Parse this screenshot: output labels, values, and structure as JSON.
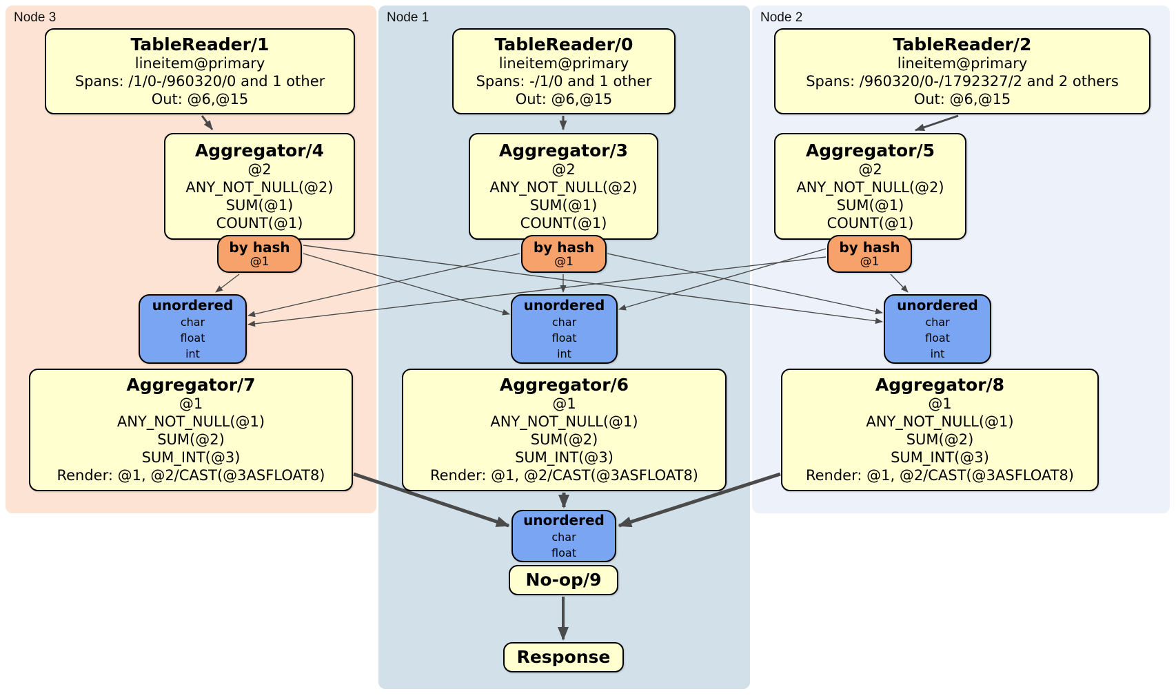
{
  "colors": {
    "node3_background": "#fce3d4",
    "node1_background": "#d2e1e9",
    "node2_background": "#ecf1fa",
    "processor_fill": "#ffffcf",
    "router_fill": "#f7a26b",
    "sync_fill": "#7aa5f2",
    "edge_color": "#4a4a4a"
  },
  "nodes": [
    {
      "label": "Node 3",
      "table_reader": {
        "title": "TableReader/1",
        "lines": [
          "lineitem@primary",
          "Spans: /1/0-/960320/0 and 1 other",
          "Out: @6,@15"
        ]
      },
      "aggregator": {
        "title": "Aggregator/4",
        "lines": [
          "@2",
          "ANY_NOT_NULL(@2)",
          "SUM(@1)",
          "COUNT(@1)"
        ]
      },
      "router": {
        "title": "by hash",
        "detail": "@1"
      },
      "sync": {
        "title": "unordered",
        "streams": [
          "char",
          "float",
          "int"
        ]
      },
      "final_aggregator": {
        "title": "Aggregator/7",
        "lines": [
          "@1",
          "ANY_NOT_NULL(@1)",
          "SUM(@2)",
          "SUM_INT(@3)",
          "Render: @1, @2/CAST(@3ASFLOAT8)"
        ]
      }
    },
    {
      "label": "Node 1",
      "table_reader": {
        "title": "TableReader/0",
        "lines": [
          "lineitem@primary",
          "Spans: -/1/0 and 1 other",
          "Out: @6,@15"
        ]
      },
      "aggregator": {
        "title": "Aggregator/3",
        "lines": [
          "@2",
          "ANY_NOT_NULL(@2)",
          "SUM(@1)",
          "COUNT(@1)"
        ]
      },
      "router": {
        "title": "by hash",
        "detail": "@1"
      },
      "sync": {
        "title": "unordered",
        "streams": [
          "char",
          "float",
          "int"
        ]
      },
      "final_aggregator": {
        "title": "Aggregator/6",
        "lines": [
          "@1",
          "ANY_NOT_NULL(@1)",
          "SUM(@2)",
          "SUM_INT(@3)",
          "Render: @1, @2/CAST(@3ASFLOAT8)"
        ]
      }
    },
    {
      "label": "Node 2",
      "table_reader": {
        "title": "TableReader/2",
        "lines": [
          "lineitem@primary",
          "Spans: /960320/0-/1792327/2 and 2 others",
          "Out: @6,@15"
        ]
      },
      "aggregator": {
        "title": "Aggregator/5",
        "lines": [
          "@2",
          "ANY_NOT_NULL(@2)",
          "SUM(@1)",
          "COUNT(@1)"
        ]
      },
      "router": {
        "title": "by hash",
        "detail": "@1"
      },
      "sync": {
        "title": "unordered",
        "streams": [
          "char",
          "float",
          "int"
        ]
      },
      "final_aggregator": {
        "title": "Aggregator/8",
        "lines": [
          "@1",
          "ANY_NOT_NULL(@1)",
          "SUM(@2)",
          "SUM_INT(@3)",
          "Render: @1, @2/CAST(@3ASFLOAT8)"
        ]
      }
    }
  ],
  "output": {
    "sync": {
      "title": "unordered",
      "streams": [
        "char",
        "float"
      ]
    },
    "noop": {
      "title": "No-op/9"
    },
    "response": {
      "title": "Response"
    }
  }
}
